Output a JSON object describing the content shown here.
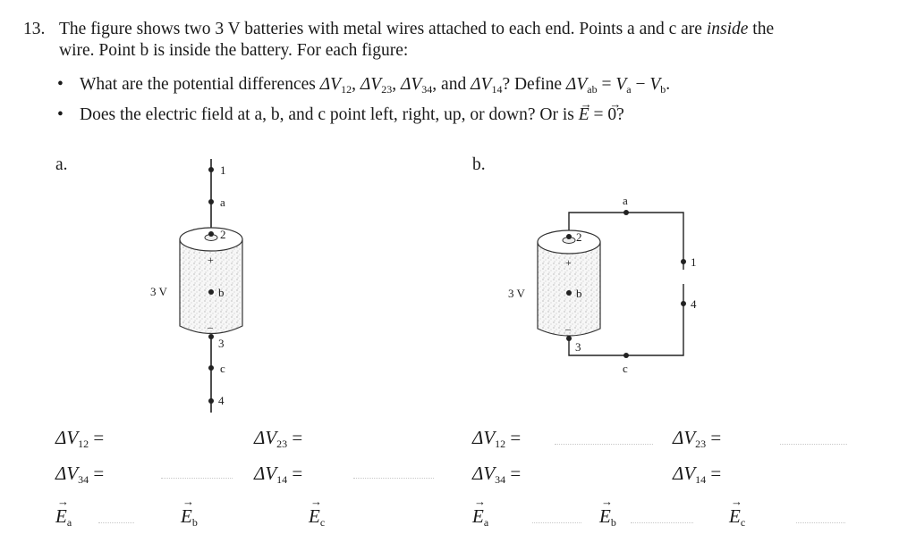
{
  "question": {
    "number": "13.",
    "line1_a": "The figure shows two 3 V batteries with metal wires attached to each end. Points a and c are ",
    "line1_em": "inside",
    "line1_b": " the",
    "line2": "wire. Point b is inside the battery. For each figure:",
    "bullet_glyph": "•",
    "bullet1": {
      "prefix": "What are the potential differences ",
      "dv": "ΔV",
      "s12": "12",
      "s23": "23",
      "s34": "34",
      "s14": "14",
      "comma": ", ",
      "and": ", and ",
      "define": "? Define ",
      "sab": "ab",
      "eq": " = ",
      "va": "V",
      "sa": "a",
      "minus": " − ",
      "sb": "b",
      "end": "."
    },
    "bullet2": {
      "prefix": "Does the electric field at a, b, and c point left, right, up, or down? Or is ",
      "E": "E",
      "eq": " = ",
      "zero": "0",
      "end": "?"
    }
  },
  "figures": {
    "a": {
      "label": "a.",
      "voltage": "3 V",
      "plus": "+",
      "minus": "–",
      "points": {
        "p1": "1",
        "pa": "a",
        "p2": "2",
        "pb": "b",
        "p3": "3",
        "pc": "c",
        "p4": "4"
      }
    },
    "b": {
      "label": "b.",
      "voltage": "3 V",
      "plus": "+",
      "minus": "–",
      "points": {
        "p1": "1",
        "pa": "a",
        "p2": "2",
        "pb": "b",
        "p3": "3",
        "pc": "c",
        "p4": "4"
      }
    }
  },
  "answers": {
    "dv": "ΔV",
    "eq": " =",
    "s12": "12",
    "s23": "23",
    "s34": "34",
    "s14": "14",
    "E": "E",
    "ea": "a",
    "eb": "b",
    "ec": "c"
  }
}
